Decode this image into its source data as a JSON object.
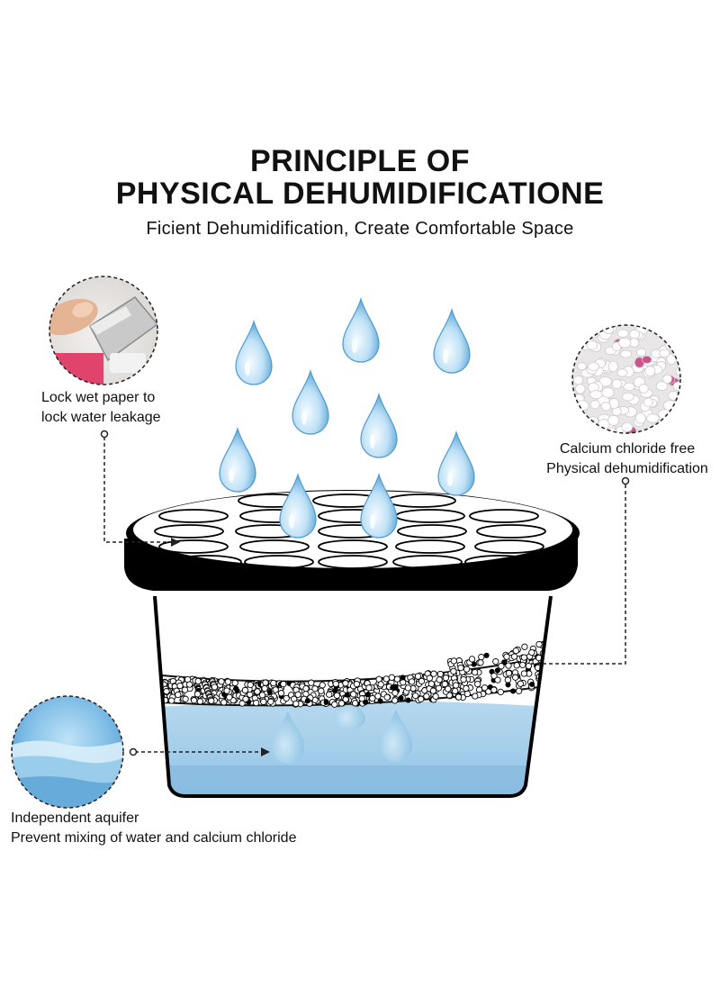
{
  "header": {
    "title_line1": "PRINCIPLE OF",
    "title_line2": "PHYSICAL DEHUMIDIFICATIONE",
    "subtitle": "Ficient Dehumidification, Create Comfortable Space"
  },
  "callouts": {
    "top_left": {
      "line1": "Lock wet paper to",
      "line2": "lock water leakage",
      "photo": "hand-peeling-seal-photo"
    },
    "right": {
      "line1": "Calcium chloride free",
      "line2": "Physical dehumidification",
      "photo": "white-granules-photo"
    },
    "bottom_left": {
      "line1": "Independent aquifer",
      "line2": "Prevent mixing of water and calcium chloride",
      "photo": "water-surface-photo"
    }
  },
  "colors": {
    "drop_light": "#e8f5fd",
    "drop_dark": "#6fb3de",
    "water": "#9fcbe8",
    "water_dark": "#7db6df",
    "lid": "#000000",
    "dashed_line": "#222222"
  }
}
